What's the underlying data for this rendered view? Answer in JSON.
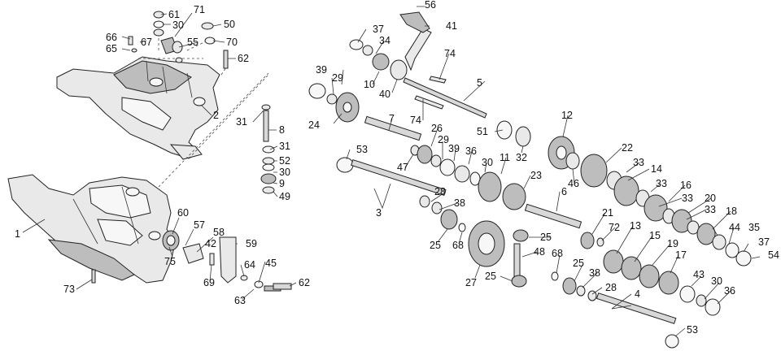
{
  "callouts": [
    {
      "id": "c61a",
      "label": "61"
    },
    {
      "id": "c71",
      "label": "71"
    },
    {
      "id": "c30a",
      "label": "30"
    },
    {
      "id": "c50",
      "label": "50"
    },
    {
      "id": "c66",
      "label": "66"
    },
    {
      "id": "c67",
      "label": "67"
    },
    {
      "id": "c55",
      "label": "55"
    },
    {
      "id": "c70",
      "label": "70"
    },
    {
      "id": "c65",
      "label": "65"
    },
    {
      "id": "c62a",
      "label": "62"
    },
    {
      "id": "c2",
      "label": "2"
    },
    {
      "id": "c31a",
      "label": "31"
    },
    {
      "id": "c8",
      "label": "8"
    },
    {
      "id": "c31b",
      "label": "31"
    },
    {
      "id": "c52",
      "label": "52"
    },
    {
      "id": "c30b",
      "label": "30"
    },
    {
      "id": "c9",
      "label": "9"
    },
    {
      "id": "c49",
      "label": "49"
    },
    {
      "id": "c1",
      "label": "1"
    },
    {
      "id": "c60",
      "label": "60"
    },
    {
      "id": "c57",
      "label": "57"
    },
    {
      "id": "c58",
      "label": "58"
    },
    {
      "id": "c42",
      "label": "42"
    },
    {
      "id": "c59",
      "label": "59"
    },
    {
      "id": "c75",
      "label": "75"
    },
    {
      "id": "c69",
      "label": "69"
    },
    {
      "id": "c64",
      "label": "64"
    },
    {
      "id": "c45",
      "label": "45"
    },
    {
      "id": "c62b",
      "label": "62"
    },
    {
      "id": "c63",
      "label": "63"
    },
    {
      "id": "c73",
      "label": "73"
    },
    {
      "id": "c37a",
      "label": "37"
    },
    {
      "id": "c34",
      "label": "34"
    },
    {
      "id": "c56",
      "label": "56"
    },
    {
      "id": "c41",
      "label": "41"
    },
    {
      "id": "c74a",
      "label": "74"
    },
    {
      "id": "c39a",
      "label": "39"
    },
    {
      "id": "c29a",
      "label": "29"
    },
    {
      "id": "c10",
      "label": "10"
    },
    {
      "id": "c40",
      "label": "40"
    },
    {
      "id": "c5",
      "label": "5"
    },
    {
      "id": "c24",
      "label": "24"
    },
    {
      "id": "c7",
      "label": "7"
    },
    {
      "id": "c74b",
      "label": "74"
    },
    {
      "id": "c51",
      "label": "51"
    },
    {
      "id": "c32",
      "label": "32"
    },
    {
      "id": "c12",
      "label": "12"
    },
    {
      "id": "c26",
      "label": "26"
    },
    {
      "id": "c29b",
      "label": "29"
    },
    {
      "id": "c39b",
      "label": "39"
    },
    {
      "id": "c36a",
      "label": "36"
    },
    {
      "id": "c30c",
      "label": "30"
    },
    {
      "id": "c11",
      "label": "11"
    },
    {
      "id": "c22",
      "label": "22"
    },
    {
      "id": "c53a",
      "label": "53"
    },
    {
      "id": "c47",
      "label": "47"
    },
    {
      "id": "c46",
      "label": "46"
    },
    {
      "id": "c23",
      "label": "23"
    },
    {
      "id": "c33a",
      "label": "33"
    },
    {
      "id": "c14",
      "label": "14"
    },
    {
      "id": "c33b",
      "label": "33"
    },
    {
      "id": "c16",
      "label": "16"
    },
    {
      "id": "c28a",
      "label": "28"
    },
    {
      "id": "c6",
      "label": "6"
    },
    {
      "id": "c38a",
      "label": "38"
    },
    {
      "id": "c33c",
      "label": "33"
    },
    {
      "id": "c20",
      "label": "20"
    },
    {
      "id": "c33d",
      "label": "33"
    },
    {
      "id": "c18",
      "label": "18"
    },
    {
      "id": "c3",
      "label": "3"
    },
    {
      "id": "c21",
      "label": "21"
    },
    {
      "id": "c72",
      "label": "72"
    },
    {
      "id": "c44",
      "label": "44"
    },
    {
      "id": "c35",
      "label": "35"
    },
    {
      "id": "c25a",
      "label": "25"
    },
    {
      "id": "c68a",
      "label": "68"
    },
    {
      "id": "c25b",
      "label": "25"
    },
    {
      "id": "c13",
      "label": "13"
    },
    {
      "id": "c15",
      "label": "15"
    },
    {
      "id": "c37b",
      "label": "37"
    },
    {
      "id": "c54",
      "label": "54"
    },
    {
      "id": "c48",
      "label": "48"
    },
    {
      "id": "c68b",
      "label": "68"
    },
    {
      "id": "c19",
      "label": "19"
    },
    {
      "id": "c17",
      "label": "17"
    },
    {
      "id": "c25c",
      "label": "25"
    },
    {
      "id": "c38b",
      "label": "38"
    },
    {
      "id": "c27",
      "label": "27"
    },
    {
      "id": "c25d",
      "label": "25"
    },
    {
      "id": "c43",
      "label": "43"
    },
    {
      "id": "c30d",
      "label": "30"
    },
    {
      "id": "c36b",
      "label": "36"
    },
    {
      "id": "c28b",
      "label": "28"
    },
    {
      "id": "c4",
      "label": "4"
    },
    {
      "id": "c53b",
      "label": "53"
    }
  ]
}
